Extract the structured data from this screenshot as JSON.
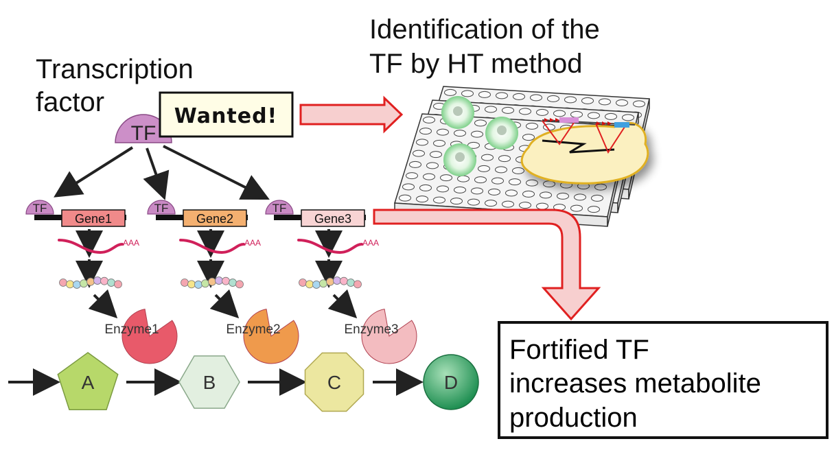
{
  "title_tf": {
    "line1": "Transcription",
    "line2": "factor"
  },
  "title_ht": {
    "line1": "Identification of the",
    "line2": "TF by HT method"
  },
  "wanted_label": "Wanted!",
  "tf_label": "TF",
  "genes": [
    {
      "tf": "TF",
      "name": "Gene1",
      "poly": "AAA",
      "enzyme": "Enzyme1",
      "color": "#e85a6a",
      "label_bg": "#f08a8a"
    },
    {
      "tf": "TF",
      "name": "Gene2",
      "poly": "AAA",
      "enzyme": "Enzyme2",
      "color": "#ef9a4c",
      "label_bg": "#f4b070"
    },
    {
      "tf": "TF",
      "name": "Gene3",
      "poly": "AAA",
      "enzyme": "Enzyme3",
      "color": "#f3bcc0",
      "label_bg": "#f8d4d4"
    }
  ],
  "metabolites": [
    {
      "label": "A",
      "shape": "pentagon",
      "color": "#b7d86a"
    },
    {
      "label": "B",
      "shape": "hexagon",
      "color": "#e2efe0"
    },
    {
      "label": "C",
      "shape": "octagon",
      "color": "#ece7a0"
    },
    {
      "label": "D",
      "shape": "circle",
      "color": "#3aa86a"
    }
  ],
  "result": {
    "line1": "Fortified TF",
    "line2": "increases metabolite",
    "line3": "production"
  },
  "colors": {
    "arrow_red": "#e02020",
    "arrow_fill": "#f6c6c6",
    "tf_purple": "#c98ac4",
    "mrna": "#d0205a"
  }
}
